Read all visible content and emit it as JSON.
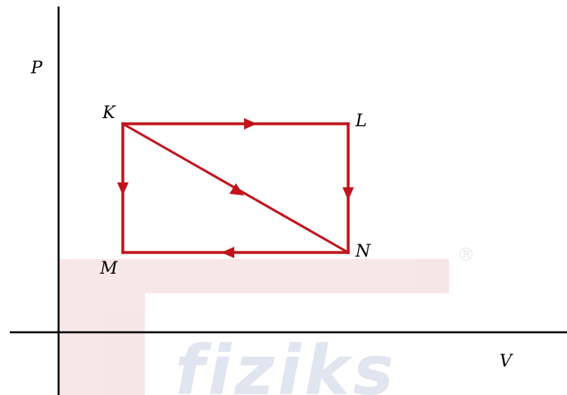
{
  "diagram": {
    "axes": {
      "y_label": "P",
      "x_label": "V"
    },
    "vertices": {
      "K": "K",
      "L": "L",
      "M": "M",
      "N": "N"
    },
    "path_color": "#c0141c",
    "cycle": [
      {
        "from": "K",
        "to": "L",
        "direction": "right"
      },
      {
        "from": "L",
        "to": "N",
        "direction": "down"
      },
      {
        "from": "N",
        "to": "M",
        "direction": "left"
      },
      {
        "from": "K",
        "to": "M",
        "direction": "down"
      },
      {
        "from": "K",
        "to": "N",
        "direction": "diagonal"
      }
    ],
    "watermark": {
      "text": "fiziks",
      "mark": "®",
      "color": "#f7e4e4"
    }
  }
}
